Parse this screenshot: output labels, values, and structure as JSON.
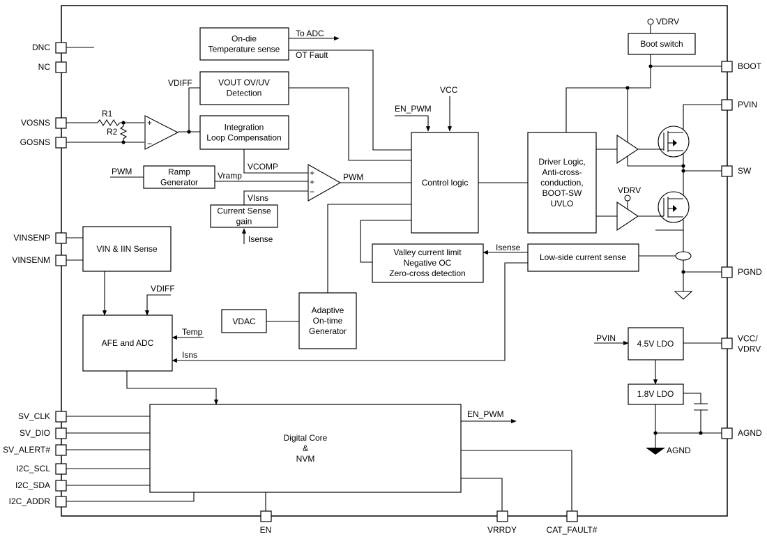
{
  "blocks": {
    "temp_sense": "On-die\nTemperature sense",
    "vout_ovuv": "VOUT OV/UV\nDetection",
    "integration": "Integration\nLoop Compensation",
    "ramp_gen": "Ramp\nGenerator",
    "cs_gain": "Current Sense\ngain",
    "control_logic": "Control logic",
    "driver_logic": "Driver Logic,\nAnti-cross-\nconduction,\nBOOT-SW\nUVLO",
    "boot_switch": "Boot switch",
    "vin_iin": "VIN & IIN Sense",
    "afe_adc": "AFE and ADC",
    "vdac": "VDAC",
    "adaptive": "Adaptive\nOn-time\nGenerator",
    "valley": "Valley current limit\nNegative OC\nZero-cross detection",
    "low_side": "Low-side current sense",
    "ldo45": "4.5V LDO",
    "ldo18": "1.8V LDO",
    "digital_core": "Digital Core\n&\nNVM"
  },
  "pins_left": [
    "DNC",
    "NC",
    "VOSNS",
    "GOSNS",
    "VINSENP",
    "VINSENM",
    "SV_CLK",
    "SV_DIO",
    "SV_ALERT#",
    "I2C_SCL",
    "I2C_SDA",
    "I2C_ADDR"
  ],
  "pins_right": [
    "BOOT",
    "PVIN",
    "SW",
    "PGND",
    "VCC/\nVDRV",
    "AGND"
  ],
  "pins_bottom": [
    "EN",
    "VRRDY",
    "CAT_FAULT#"
  ],
  "signals": {
    "to_adc": "To ADC",
    "ot_fault": "OT Fault",
    "vdiff_top": "VDIFF",
    "r1": "R1",
    "r2": "R2",
    "vcomp": "VCOMP",
    "pwm_in": "PWM",
    "vramp": "Vramp",
    "pwm_out": "PWM",
    "visns": "VIsns",
    "isense_in": "Isense",
    "en_pwm_top": "EN_PWM",
    "vcc": "VCC",
    "vdrv_top": "VDRV",
    "vdrv_mid": "VDRV",
    "isense_ls": "Isense",
    "vdiff_afe": "VDIFF",
    "temp": "Temp",
    "isns": "Isns",
    "pvin_ldo": "PVIN",
    "agnd_label": "AGND",
    "en_pwm_out": "EN_PWM",
    "plus": "+",
    "minus": "−"
  }
}
